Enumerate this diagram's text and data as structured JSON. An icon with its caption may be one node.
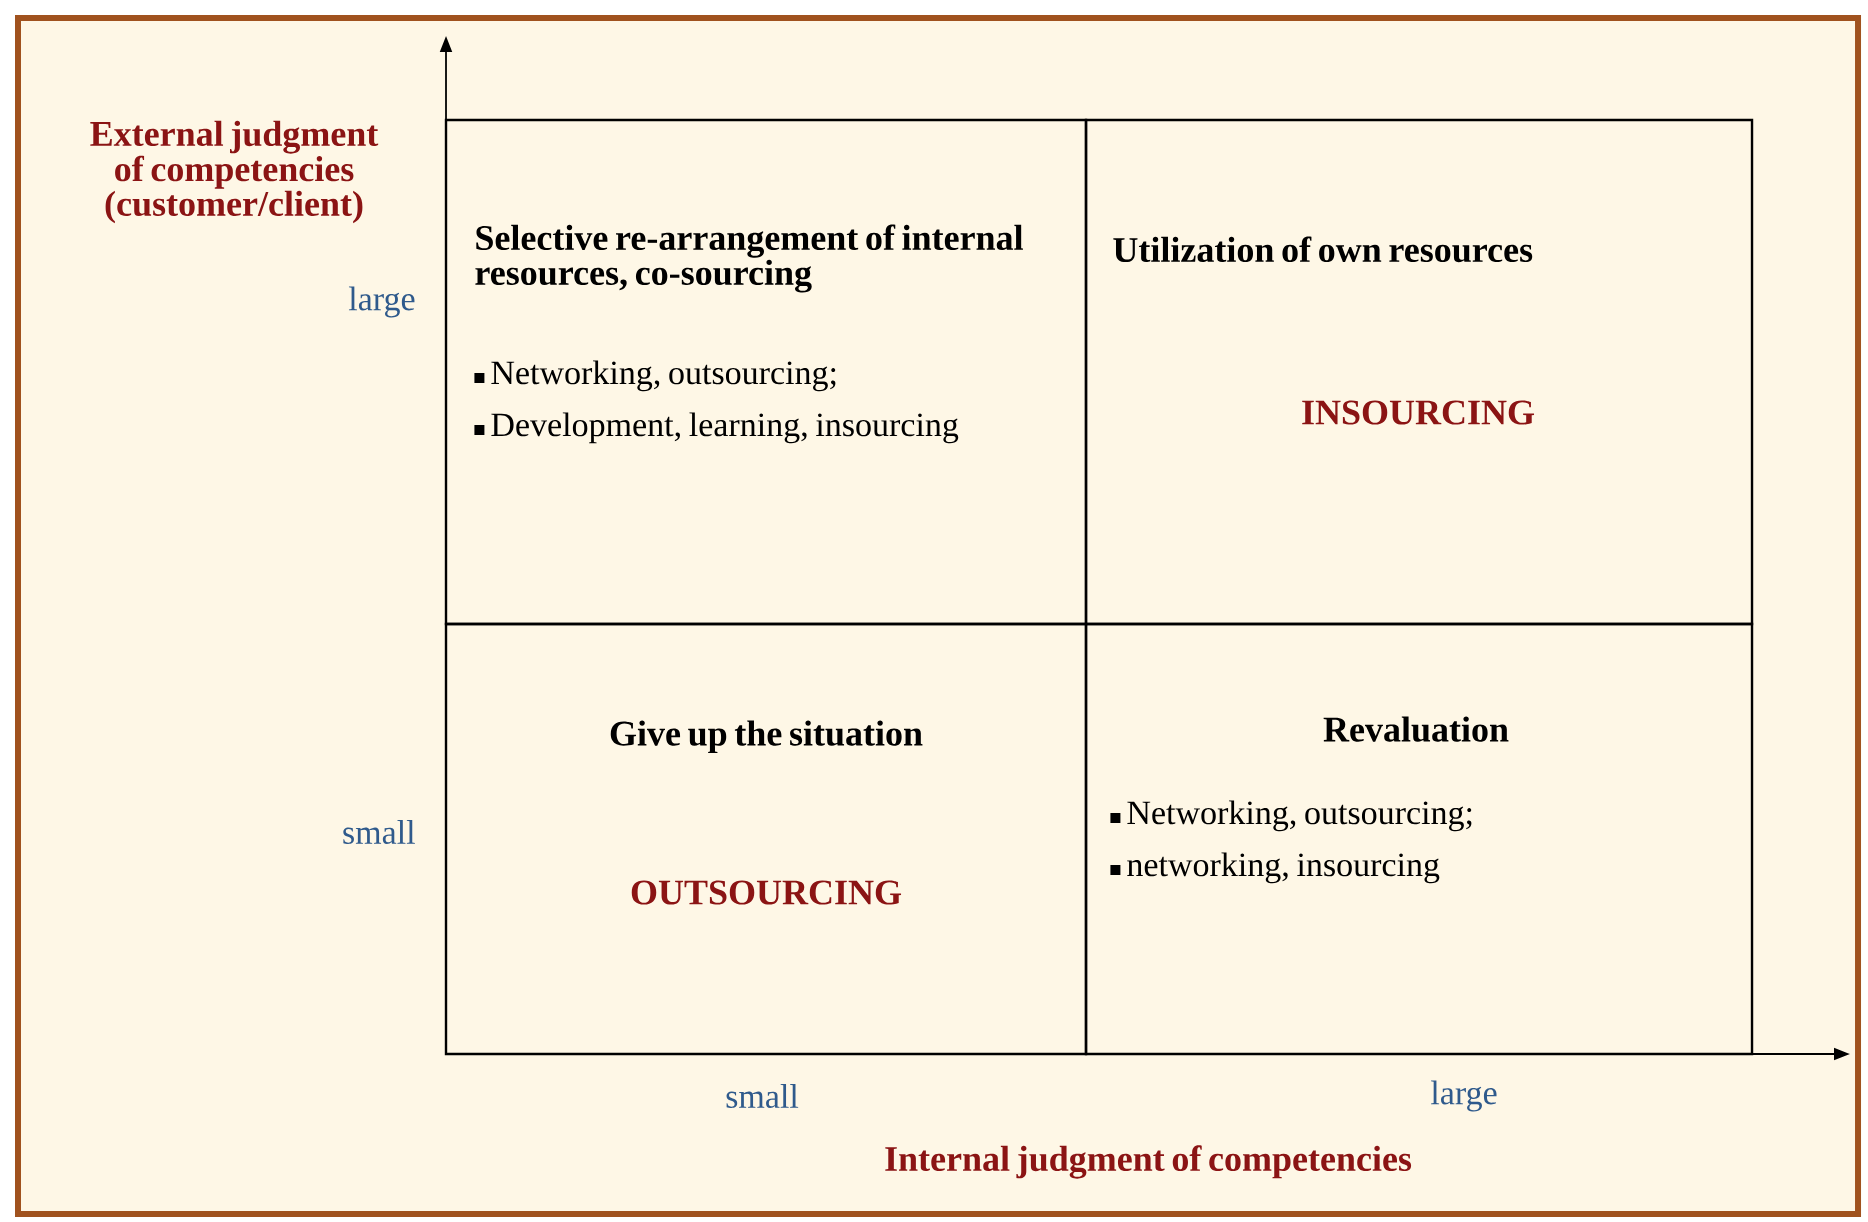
{
  "diagram": {
    "nodes": [
      {
        "text": [
          "Selective re-arrangement of internal resources, co-sourcing",
          "Networking, outsourcing;",
          "Development, learning, insourcing"
        ]
      },
      {
        "text": [
          "Utilization of own resources",
          "INSOURCING"
        ]
      },
      {
        "text": [
          "Give up the situation",
          "OUTSOURCING"
        ]
      },
      {
        "text": [
          "Revaluation",
          "Networking, outsourcing;",
          "networking, insourcing"
        ]
      }
    ],
    "labels": [
      "External judgment of competencies (customer/client)",
      "large",
      "small",
      "small",
      "large",
      "Internal judgment of competencies"
    ]
  }
}
